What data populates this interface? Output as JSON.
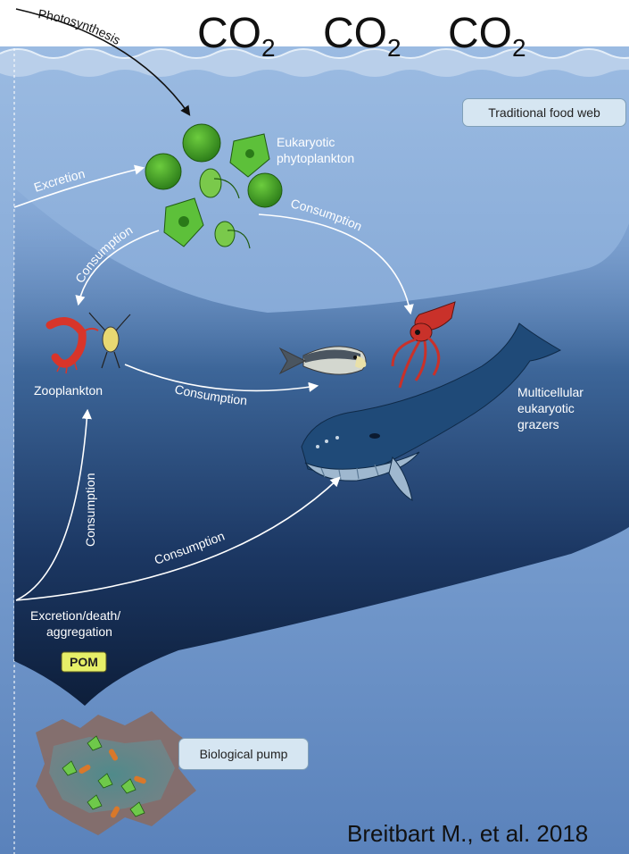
{
  "header": {
    "co2_labels": [
      "CO",
      "CO",
      "CO"
    ],
    "co2_subscript": "2"
  },
  "badges": {
    "traditional": "Traditional food web",
    "pump": "Biological pump"
  },
  "labels": {
    "photosynthesis": "Photosynthesis",
    "excretion": "Excretion",
    "phytoplankton_line1": "Eukaryotic",
    "phytoplankton_line2": "phytoplankton",
    "consumption_phyto_zoo": "Consumption",
    "consumption_phyto_grazers": "Consumption",
    "zooplankton": "Zooplankton",
    "consumption_zoo_fish": "Consumption",
    "grazers_line1": "Multicellular",
    "grazers_line2": "eukaryotic",
    "grazers_line3": "grazers",
    "consumption_vertical": "Consumption",
    "consumption_pom_whale": "Consumption",
    "pom_line1": "Excretion/death/",
    "pom_line2": "aggregation",
    "pom_badge": "POM"
  },
  "citation": "Breitbart M., et al. 2018",
  "colors": {
    "water_top": "#8fb0da",
    "water_deep": "#5c84bd",
    "funnel_dark": "#0f2240",
    "phyto_green": "#3a9a22",
    "pom_badge": "#e6ef68",
    "whale": "#1f4a78"
  }
}
